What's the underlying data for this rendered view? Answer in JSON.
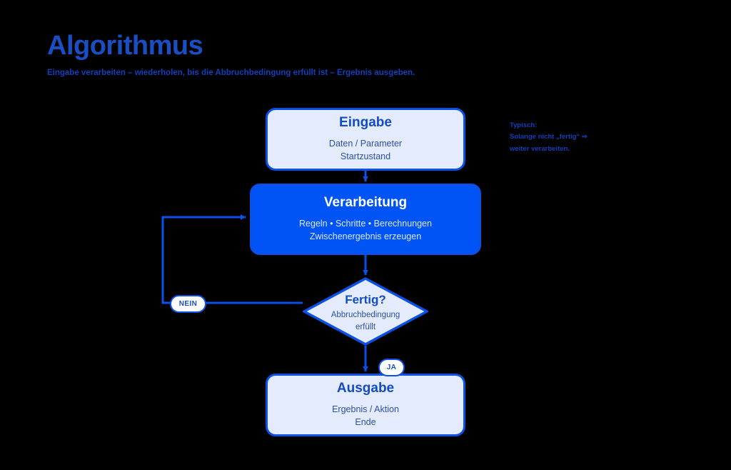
{
  "header": {
    "title": "Algorithmus",
    "subtitle": "Eingabe verarbeiten – wiederholen, bis die Abbruchbedingung erfüllt ist – Ergebnis ausgeben."
  },
  "colors": {
    "background": "#000000",
    "accent_blue": "#0054F5",
    "stroke_blue": "#0B51E8",
    "light_fill": "#E3EBFC",
    "title_blue": "#1A4FC4",
    "text_blue": "#2C4FA8",
    "badge_fill": "#FFFFFF"
  },
  "diagram": {
    "type": "flowchart",
    "nodes": [
      {
        "id": "input",
        "shape": "rounded-rect",
        "style": "light",
        "title": "Eingabe",
        "sub_line1": "Daten / Parameter",
        "sub_line2": "Startzustand"
      },
      {
        "id": "process",
        "shape": "rounded-rect",
        "style": "accent",
        "title": "Verarbeitung",
        "sub_line1": "Regeln • Schritte • Berechnungen",
        "sub_line2": "Zwischenergebnis erzeugen"
      },
      {
        "id": "decision",
        "shape": "diamond",
        "style": "light",
        "title": "Fertig?",
        "sub_line1": "Abbruchbedingung",
        "sub_line2": "erfüllt"
      },
      {
        "id": "output",
        "shape": "rounded-rect",
        "style": "light",
        "title": "Ausgabe",
        "sub_line1": "Ergebnis / Aktion",
        "sub_line2": "Ende"
      }
    ],
    "edges": [
      {
        "id": "input-to-process",
        "from": "input",
        "to": "process",
        "label": ""
      },
      {
        "id": "process-to-decision",
        "from": "process",
        "to": "decision",
        "label": ""
      },
      {
        "id": "decision-to-process",
        "from": "decision",
        "to": "process",
        "label": "NEIN"
      },
      {
        "id": "decision-to-output",
        "from": "decision",
        "to": "output",
        "label": "JA"
      }
    ]
  },
  "side_note": {
    "line1": "Typisch:",
    "line2": "Solange nicht „fertig“ ⇒",
    "line3": "weiter verarbeiten."
  }
}
